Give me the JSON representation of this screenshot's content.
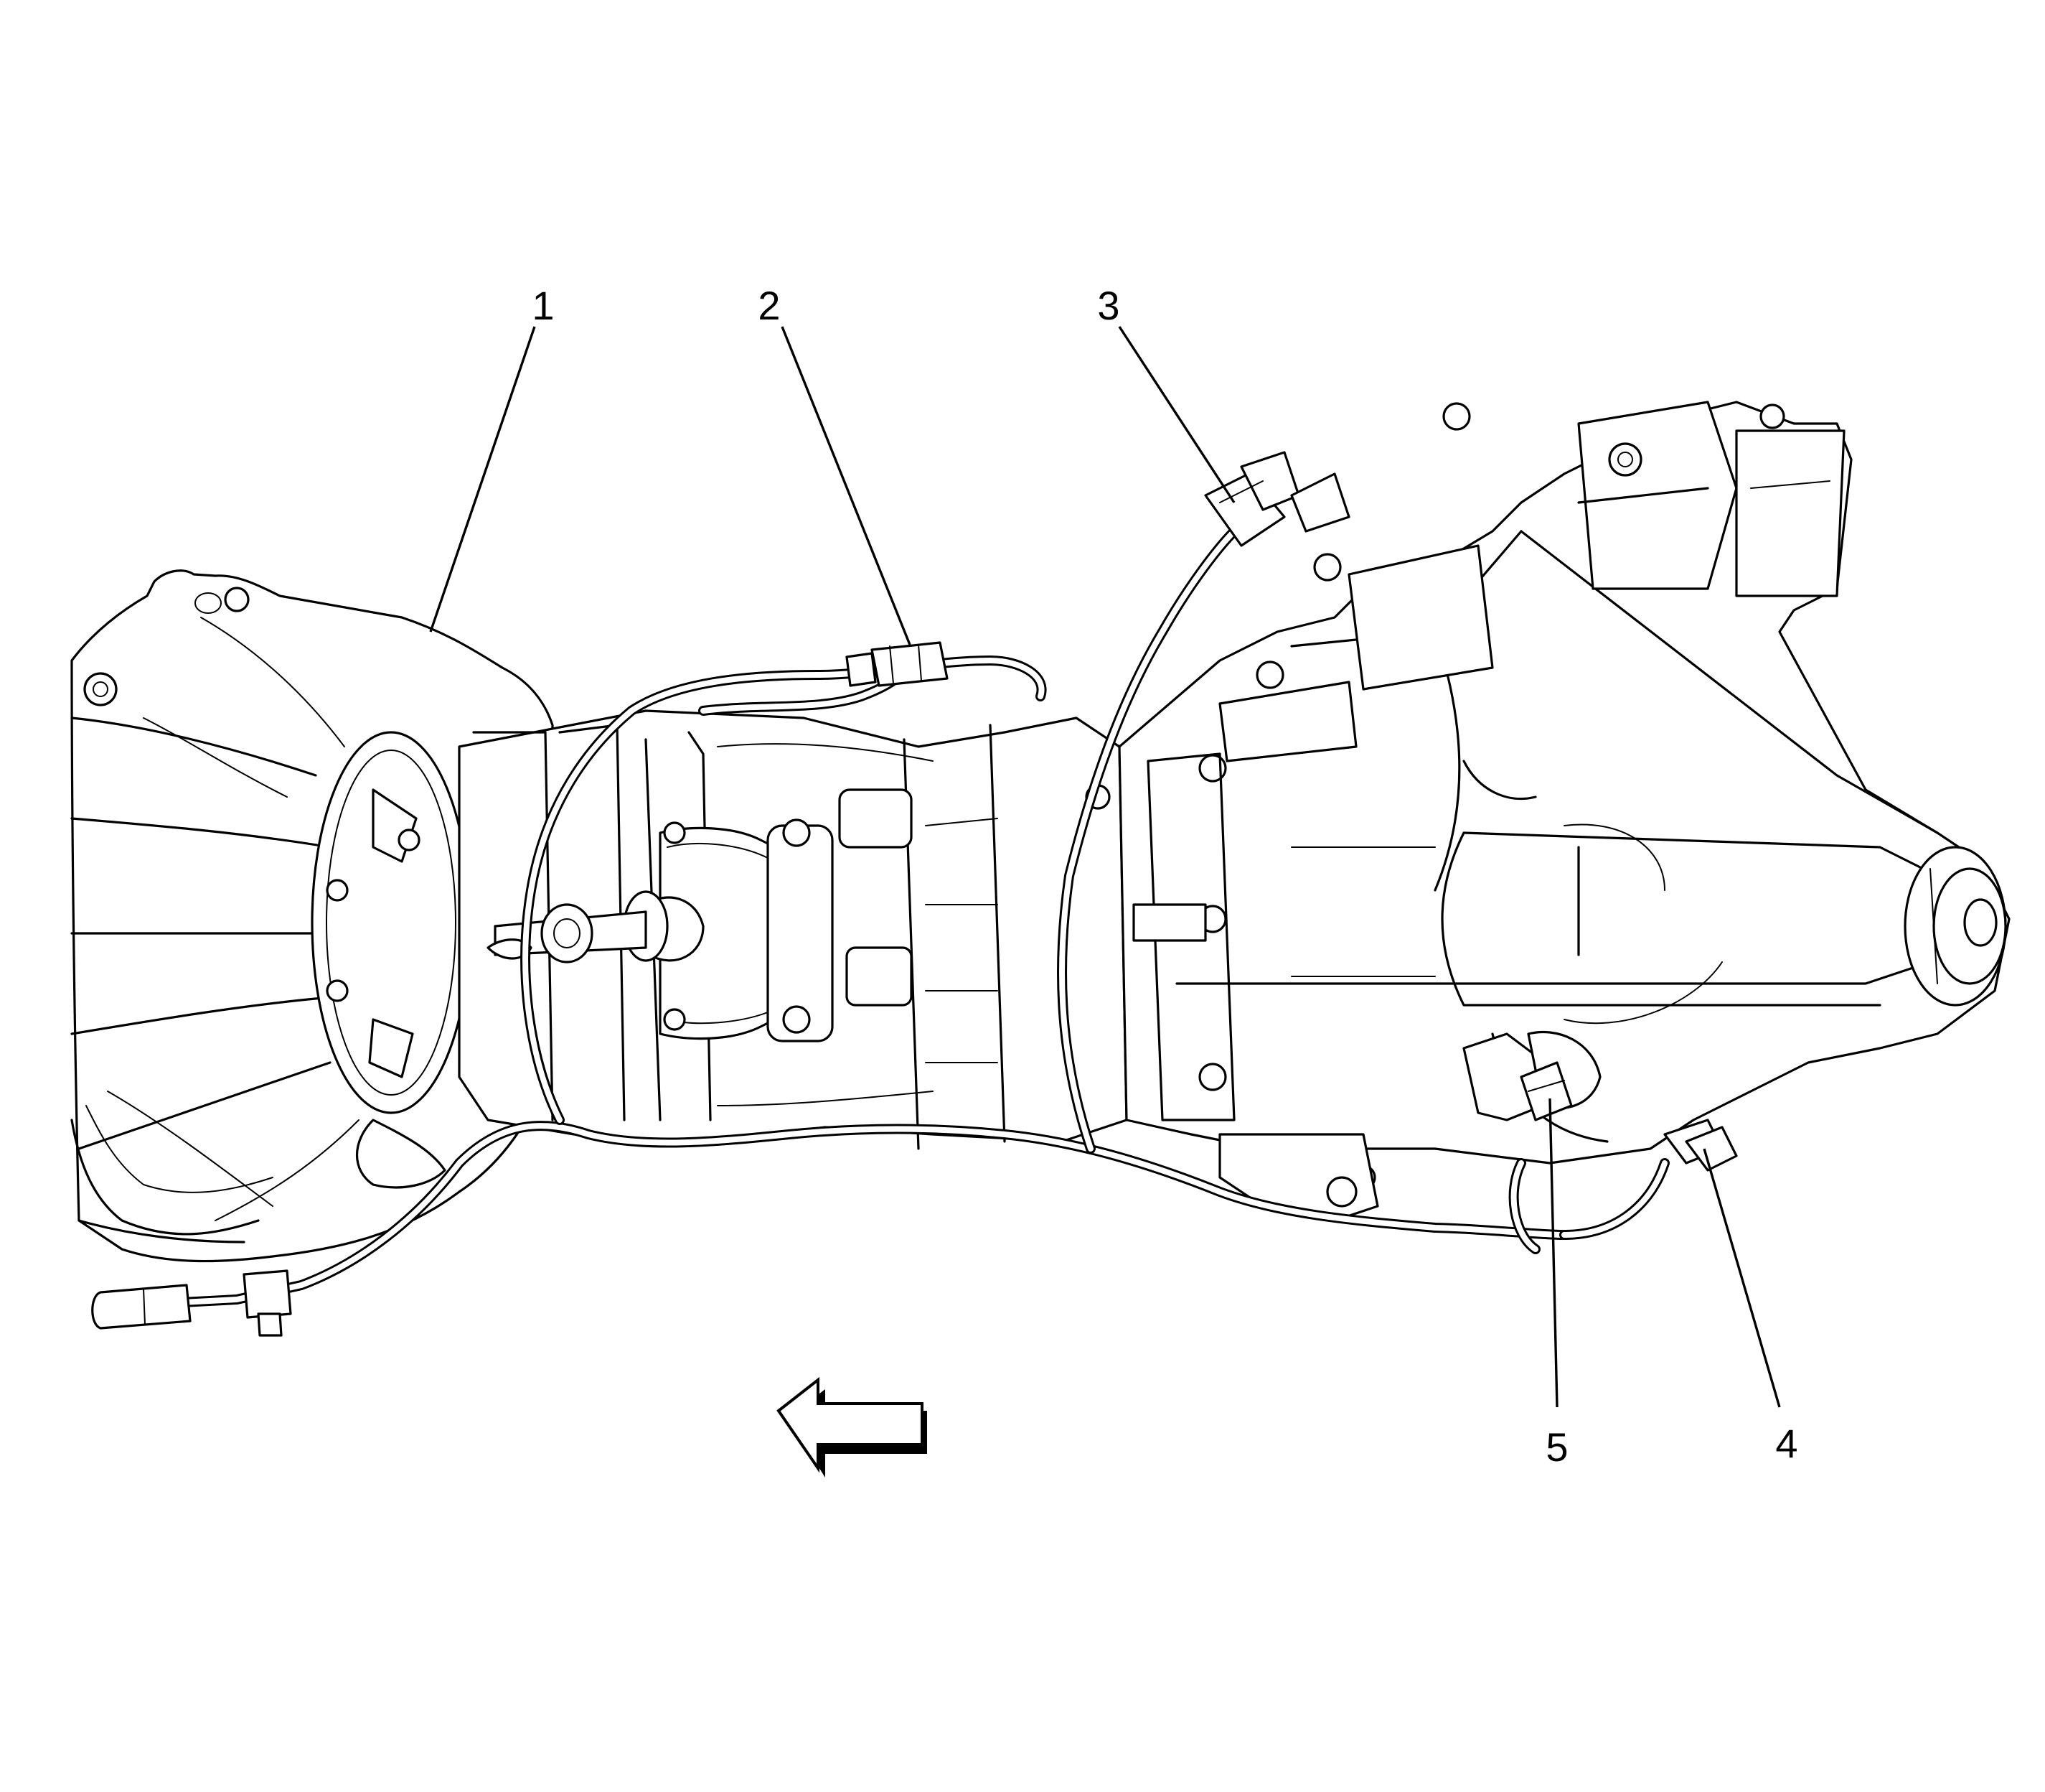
{
  "callouts": [
    {
      "id": "1",
      "label": "1"
    },
    {
      "id": "2",
      "label": "2"
    },
    {
      "id": "3",
      "label": "3"
    },
    {
      "id": "4",
      "label": "4"
    },
    {
      "id": "5",
      "label": "5"
    }
  ],
  "direction_arrow": {
    "icon": "left-arrow-icon",
    "points": "left"
  }
}
